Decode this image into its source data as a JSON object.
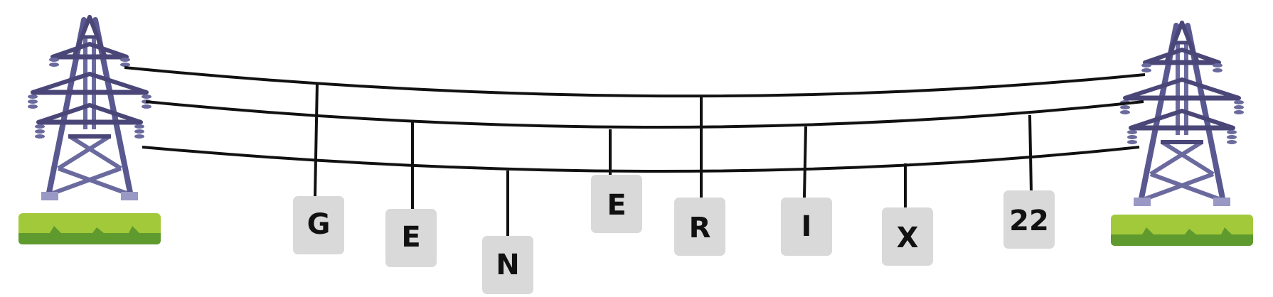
{
  "tiles": [
    {
      "label": "G"
    },
    {
      "label": "E"
    },
    {
      "label": "N"
    },
    {
      "label": "E"
    },
    {
      "label": "R"
    },
    {
      "label": "I"
    },
    {
      "label": "X"
    },
    {
      "label": "22"
    }
  ],
  "icons": {
    "tower": "power-pylon-icon",
    "grass": "grass-base-icon"
  },
  "colors": {
    "tower": "#4a4778",
    "tower_light": "#6b6a9e",
    "insulator": "#8888b8",
    "foot": "#9a98c4",
    "grass_light": "#a2c93a",
    "grass_dark": "#5f9a2e",
    "wire": "#111111",
    "tile_bg": "#d9d9d9",
    "tile_text": "#111111"
  }
}
